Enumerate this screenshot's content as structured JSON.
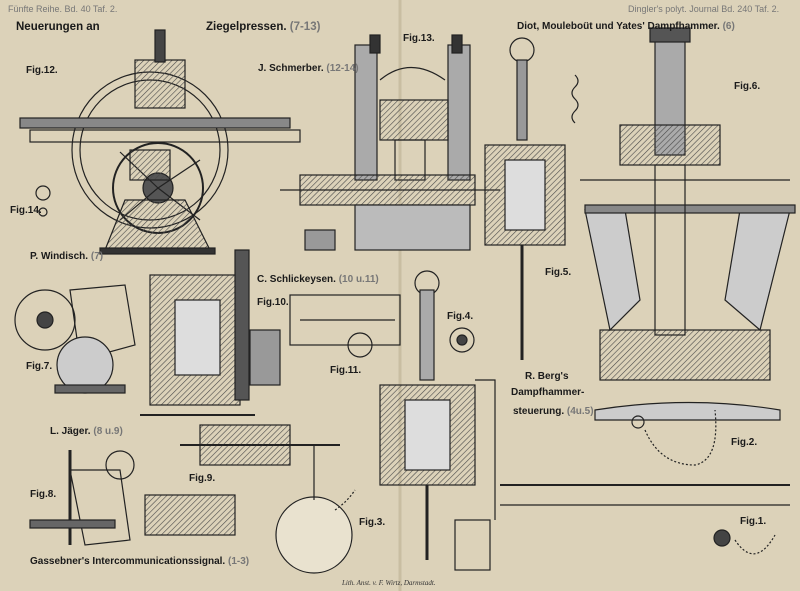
{
  "header": {
    "left_series": "Fünfte Reihe. Bd.",
    "left_volume": "40",
    "left_plate": "Taf. 2.",
    "right_journal": "Dingler's polyt. Journal Bd.",
    "right_volume": "240",
    "right_plate": "Taf. 2."
  },
  "sections": [
    {
      "title": "Neuerungen an",
      "key": "neuerungen"
    },
    {
      "title": "Ziegelpressen.",
      "ref": "(7-13)",
      "key": "ziegelpressen"
    },
    {
      "title": "J. Schmerber.",
      "ref": "(12-14)",
      "key": "schmerber"
    },
    {
      "title": "Diot, Mouleboüt und Yates' Dampfhammer.",
      "ref": "(6)",
      "key": "diot"
    },
    {
      "title": "P. Windisch.",
      "ref": "(7)",
      "key": "windisch"
    },
    {
      "title": "C. Schlickeysen.",
      "ref": "(10 u.11)",
      "key": "schlickeysen"
    },
    {
      "title": "R. Berg's",
      "key": "berg1"
    },
    {
      "title": "Dampfhammer-",
      "key": "berg2"
    },
    {
      "title": "steuerung.",
      "ref": "(4u.5)",
      "key": "berg3"
    },
    {
      "title": "L. Jäger.",
      "ref": "(8 u.9)",
      "key": "jaeger"
    },
    {
      "title": "Gassebner's Intercommunicationssignal.",
      "ref": "(1-3)",
      "key": "gassebner"
    }
  ],
  "figures": [
    "Fig.12.",
    "Fig.13.",
    "Fig.6.",
    "Fig.14.",
    "Fig.5.",
    "Fig.10.",
    "Fig.4.",
    "Fig.7.",
    "Fig.11.",
    "Fig.2.",
    "Fig.8.",
    "Fig.9.",
    "Fig.3.",
    "Fig.1."
  ],
  "imprint": "Lith. Anst. v. F. Wirtz, Darmstadt.",
  "colors": {
    "paper": "#d9cfb6",
    "ink": "#1a1a1a",
    "hatch": "#5a5a5a",
    "ghost": "#777777"
  }
}
